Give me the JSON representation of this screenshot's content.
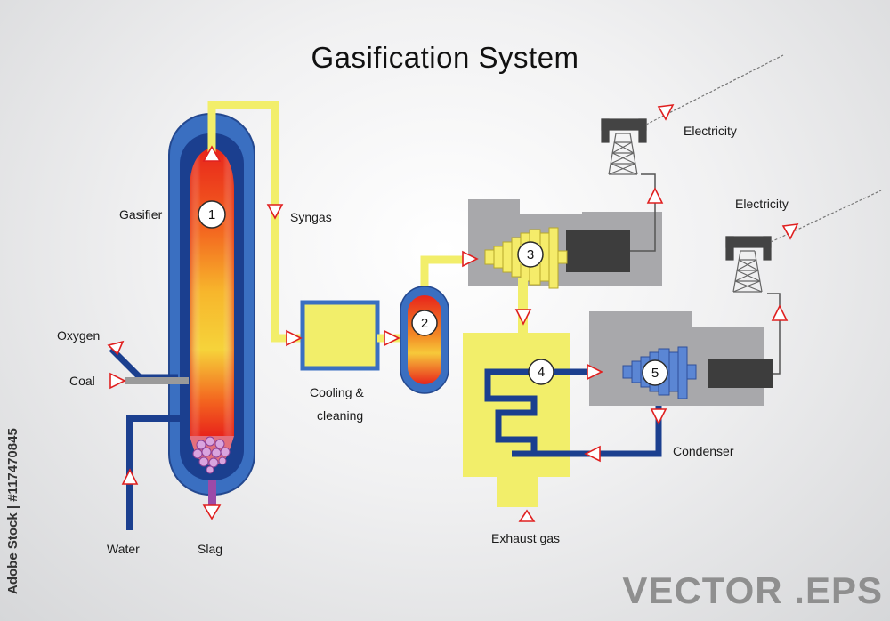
{
  "title": "Gasification System",
  "labels": {
    "gasifier": "Gasifier",
    "syngas": "Syngas",
    "oxygen": "Oxygen",
    "coal": "Coal",
    "water": "Water",
    "slag": "Slag",
    "cooling_line1": "Cooling &",
    "cooling_line2": "cleaning",
    "exhaust": "Exhaust gas",
    "condenser": "Condenser",
    "electricity_1": "Electricity",
    "electricity_2": "Electricity"
  },
  "stages": [
    "1",
    "2",
    "3",
    "4",
    "5"
  ],
  "watermark": {
    "side_text": "Adobe Stock | #117470845",
    "corner_text": "VECTOR .EPS"
  },
  "colors": {
    "syngas_pipe": "#f2ee6a",
    "water_pipe": "#1b3f8f",
    "vessel_blue": "#3a6fc1",
    "flame_red": "#e8251b",
    "flame_orange": "#f39a22",
    "flame_yellow": "#f7d23a",
    "slag_purple": "#b05fb8",
    "machine_gray": "#a8a8ab",
    "turbine_yellow": "#f5ec6a",
    "turbine_blue": "#5b86d4",
    "arrow_red": "#e02020"
  }
}
